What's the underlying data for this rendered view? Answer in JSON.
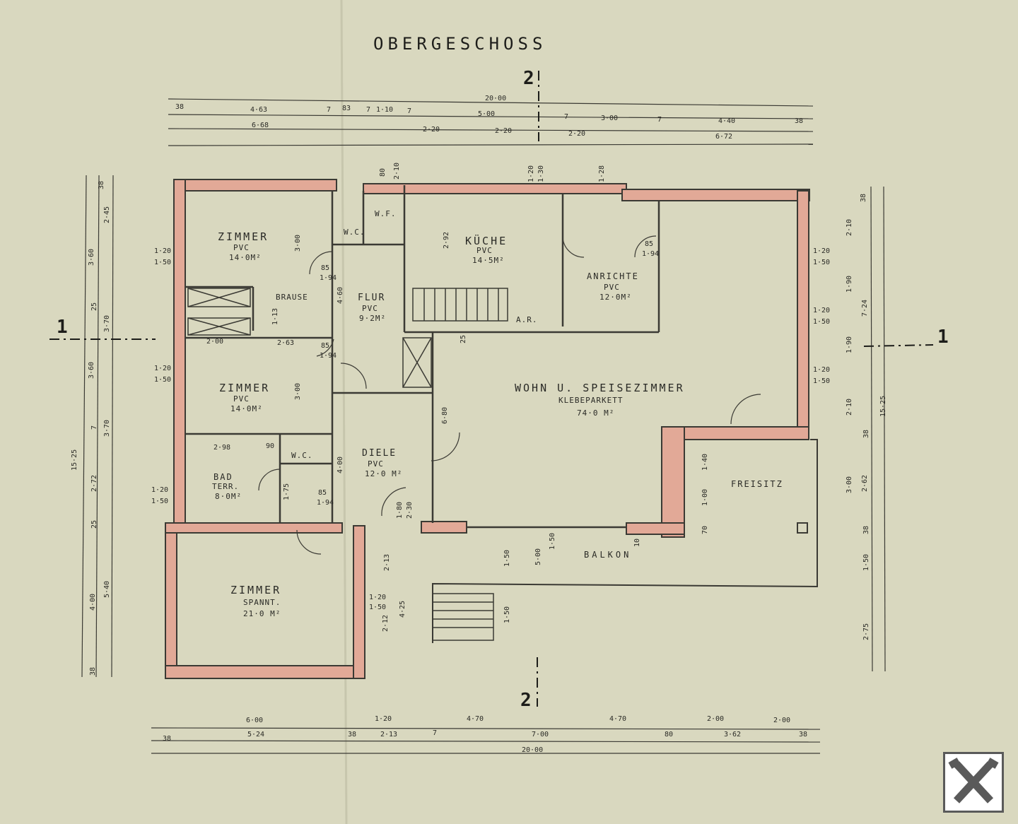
{
  "title": "OBERGESCHOSS",
  "section_marks": {
    "one": "1",
    "two": "2"
  },
  "rooms": [
    {
      "id": "zimmer-1",
      "name": "ZIMMER",
      "floor": "PVC",
      "area": "14·0M²"
    },
    {
      "id": "kueche",
      "name": "KÜCHE",
      "floor": "PVC",
      "area": "14·5M²"
    },
    {
      "id": "anrichte",
      "name": "ANRICHTE",
      "floor": "PVC",
      "area": "12·0M²"
    },
    {
      "id": "flur",
      "name": "FLUR",
      "floor": "PVC",
      "area": "9·2M²"
    },
    {
      "id": "zimmer-2",
      "name": "ZIMMER",
      "floor": "PVC",
      "area": "14·0M²"
    },
    {
      "id": "wohnzimmer",
      "name": "WOHN U. SPEISEZIMMER",
      "floor": "KLEBEPARKETT",
      "area": "74·0 M²"
    },
    {
      "id": "diele",
      "name": "DIELE",
      "floor": "PVC",
      "area": "12·0 M²"
    },
    {
      "id": "bad",
      "name": "BAD",
      "floor": "TERR.",
      "area": "8·0M²"
    },
    {
      "id": "zimmer-3",
      "name": "ZIMMER",
      "floor": "SPANNT.",
      "area": "21·0 M²"
    }
  ],
  "small_labels": {
    "wf": "W.F.",
    "wc1": "W.C.",
    "wc2": "W.C.",
    "brause": "BRAUSE",
    "ar": "A.R.",
    "freisitz": "FREISITZ",
    "balkon": "BALKON"
  },
  "top_dims": {
    "overall": "20·00",
    "row1": [
      "38",
      "4·63",
      "7",
      "83",
      "7",
      "1·10",
      "7",
      "5·00",
      "7",
      "3·00",
      "7",
      "4·40",
      "38"
    ],
    "row2": [
      "6·68",
      "2·20",
      "2·20",
      "2·20",
      "6·72"
    ]
  },
  "bottom_dims": {
    "overall": "20·00",
    "row1": [
      "6·00",
      "1·20",
      "4·70",
      "4·70",
      "2·00",
      "2·00"
    ],
    "row2": [
      "38",
      "5·24",
      "38",
      "2·13",
      "7",
      "7·00",
      "80",
      "3·62",
      "38"
    ]
  },
  "left_dims": [
    "38",
    "2·45",
    "3·60",
    "25",
    "3·70",
    "3·60",
    "7",
    "3·70",
    "15·25",
    "2·72",
    "25",
    "4·00",
    "5·40",
    "38"
  ],
  "right_dims": [
    "38",
    "2·10",
    "1·90",
    "7·24",
    "1·90",
    "2·10",
    "15·25",
    "38",
    "3·00",
    "2·62",
    "38",
    "1·50",
    "2·75"
  ],
  "window_dims": [
    "1·20",
    "1·50"
  ],
  "door_dims": [
    "85",
    "1·94"
  ],
  "interior_dims": {
    "d300a": "3·00",
    "d300b": "3·00",
    "d292": "2·92",
    "d200": "2·00",
    "d263": "2·63",
    "d298": "2·98",
    "d113": "1·13",
    "d460": "4·60",
    "d400": "4·00",
    "d680": "6·80",
    "d213": "2·13",
    "d425": "4·25",
    "d212": "2·12",
    "d150a": "1·50",
    "d500": "5·00",
    "d150b": "1·50",
    "d150c": "1·50",
    "d140": "1·40",
    "d100": "1·00",
    "d70": "70",
    "d10": "10",
    "d25": "25",
    "d180": "1·80",
    "d230": "2·30",
    "d120": "1·20",
    "d130": "1·30",
    "d80": "80",
    "d210": "2·10",
    "d175": "1·75",
    "d90": "90",
    "d128": "1·28"
  },
  "colors": {
    "paper": "#d9d8bf",
    "wall": "#e2a997",
    "ink": "#2a2a26",
    "logo": "#5a5a5a"
  },
  "logo_icon": "raiffeisen-gable-cross-icon"
}
